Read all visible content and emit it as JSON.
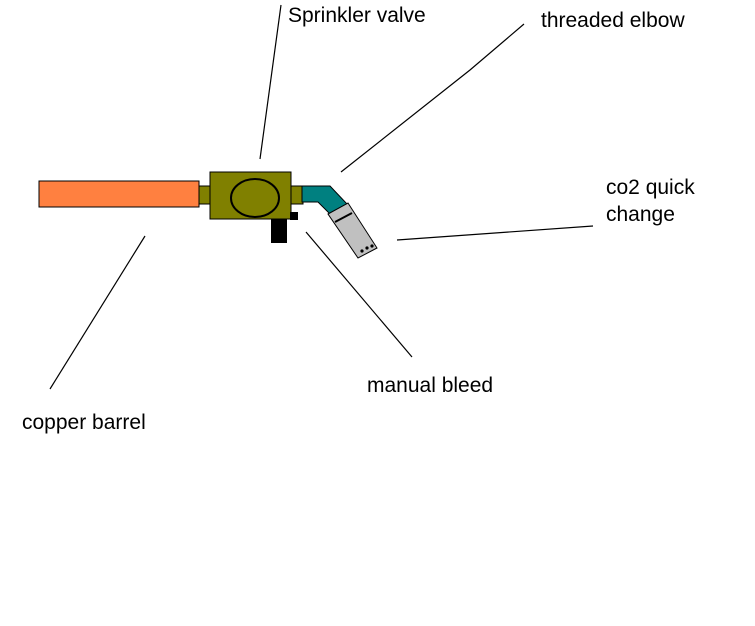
{
  "labels": {
    "sprinkler_valve": "Sprinkler valve",
    "threaded_elbow": "threaded elbow",
    "co2_quick_change_line1": "co2 quick",
    "co2_quick_change_line2": "change",
    "manual_bleed": "manual bleed",
    "copper_barrel": "copper barrel"
  },
  "colors": {
    "background": "#ffffff",
    "copper_barrel": "#ff8040",
    "sprinkler_valve": "#808000",
    "threaded_elbow": "#008080",
    "co2_quick_change": "#c0c0c0",
    "manual_bleed": "#000000",
    "leader_line": "#000000",
    "outline": "#000000"
  }
}
